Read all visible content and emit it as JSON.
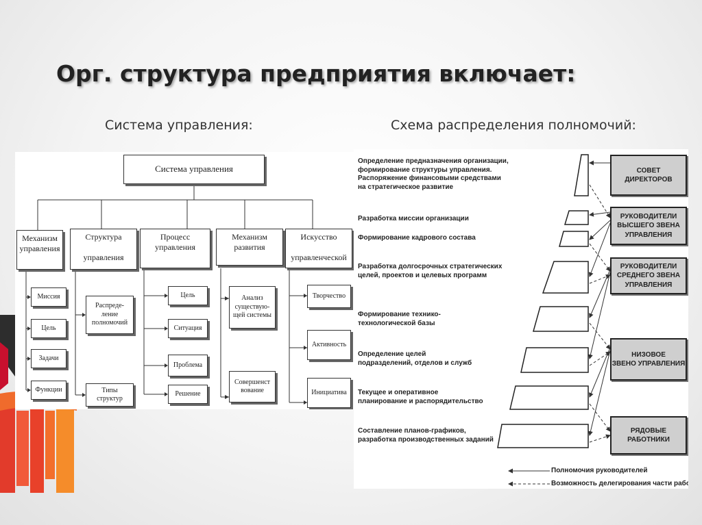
{
  "slide": {
    "title": "Орг. структура предприятия включает:"
  },
  "subtitles": {
    "left": "Система управления:",
    "right": "Схема распределения полномочий:"
  },
  "left_diagram": {
    "root": "Система управления",
    "columns": [
      {
        "title": "Механизм\nуправления",
        "items": [
          "Миссия",
          "Цель",
          "Задачи",
          "Функции"
        ]
      },
      {
        "title": "Структура\n\nуправления",
        "items": [
          "Распреде-\nление\nполномочий",
          "Типы\nструктур"
        ]
      },
      {
        "title": "Процесс\nуправления",
        "items": [
          "Цель",
          "Ситуация",
          "Проблема",
          "Решение"
        ]
      },
      {
        "title": "Механизм\nразвития",
        "items": [
          "Анализ\nсуществую-\nщей системы",
          "Совершенст\nвование"
        ]
      },
      {
        "title": "Искусство\n\nуправленческой",
        "items": [
          "Творчество",
          "Активность",
          "Инициатива"
        ]
      }
    ]
  },
  "right_diagram": {
    "levels": [
      "Определение предназначения организации,\nформирование структуры управления.\nРаспоряжение финансовыми средствами\nна стратегическое развитие",
      "Разработка миссии организации",
      "Формирование кадрового состава",
      "Разработка долгосрочных стратегических\nцелей, проектов и целевых программ",
      "Формирование технико-\nтехнологической базы",
      "Определение целей\nподразделений, отделов и служб",
      "Текущее и оперативное\nпланирование и распорядительство",
      "Составление планов-графиков,\nразработка производственных заданий"
    ],
    "roles": [
      "СОВЕТ\nДИРЕКТОРОВ",
      "РУКОВОДИТЕЛИ\nВЫСШЕГО ЗВЕНА\nУПРАВЛЕНИЯ",
      "РУКОВОДИТЕЛИ\nСРЕДНЕГО ЗВЕНА\nУПРАВЛЕНИЯ",
      "НИЗОВОЕ\nЗВЕНО УПРАВЛЕНИЯ",
      "РЯДОВЫЕ\nРАБОТНИКИ"
    ],
    "legend": {
      "solid": "Полномочия руководителей",
      "dashed": "Возможность делегирования части работ"
    }
  }
}
